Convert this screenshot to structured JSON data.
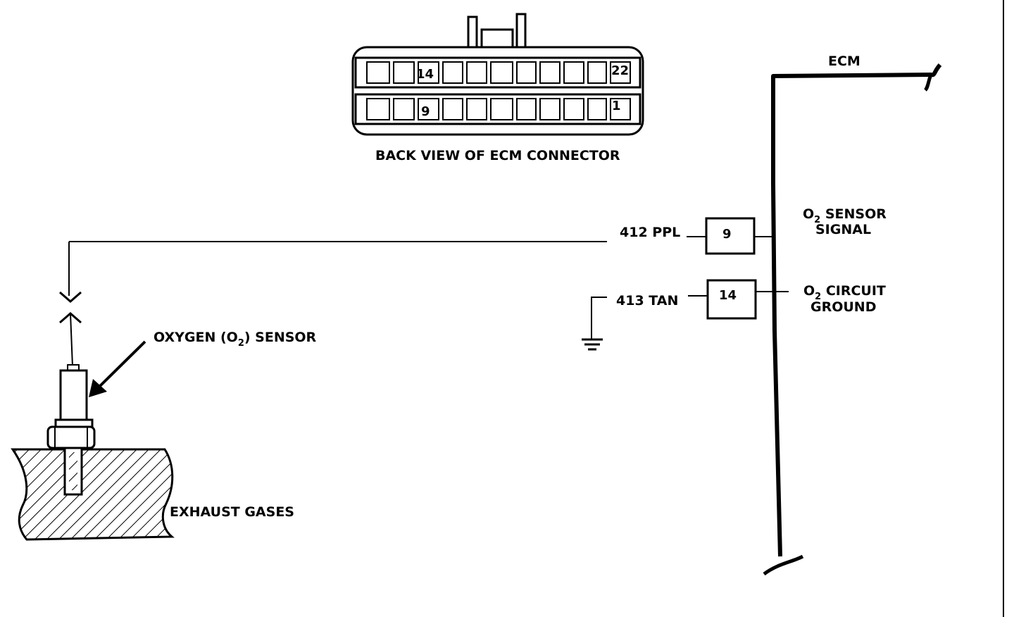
{
  "connector": {
    "caption": "BACK VIEW OF ECM CONNECTOR",
    "top_row_labels": {
      "left": "14",
      "right": "22"
    },
    "bottom_row_labels": {
      "left": "9",
      "right": "1"
    }
  },
  "ecm": {
    "label": "ECM",
    "pins": [
      {
        "number": "9",
        "wire": "412 PPL",
        "function_main": "O",
        "function_sub": "2",
        "function_rest": " SENSOR",
        "function_line2": "SIGNAL"
      },
      {
        "number": "14",
        "wire": "413 TAN",
        "function_main": "O",
        "function_sub": "2",
        "function_rest": " CIRCUIT",
        "function_line2": "GROUND"
      }
    ]
  },
  "sensor": {
    "label_a": "OXYGEN (O",
    "label_sub": "2",
    "label_b": ") SENSOR"
  },
  "exhaust": {
    "label": "EXHAUST GASES"
  }
}
